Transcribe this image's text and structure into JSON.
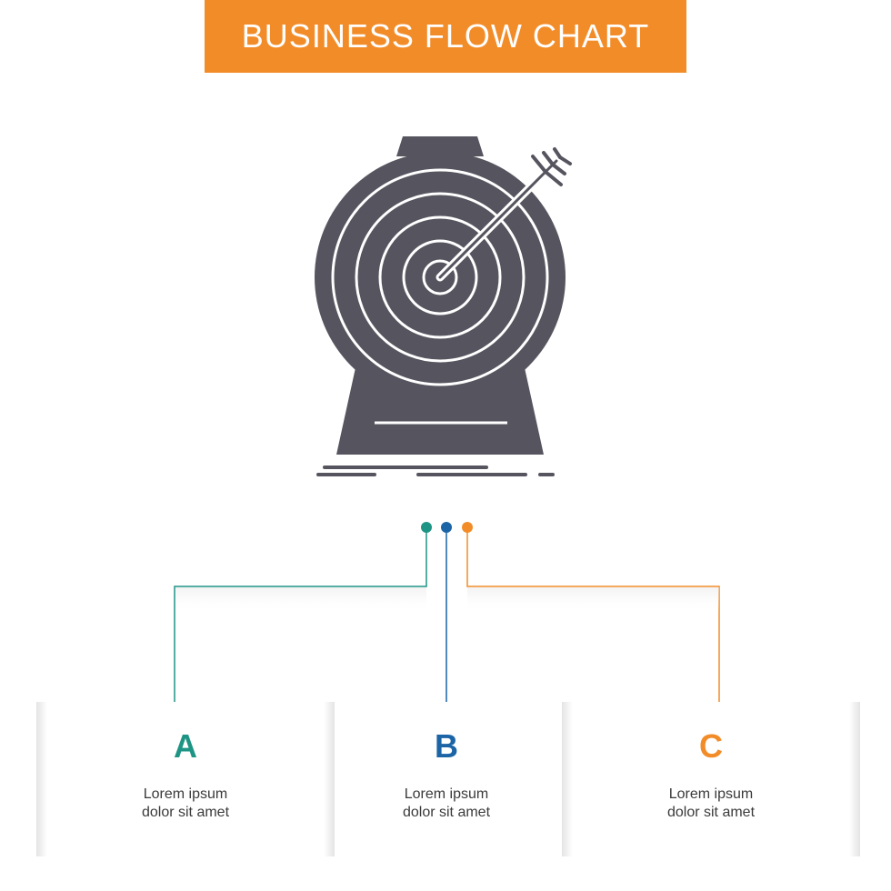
{
  "header": {
    "title": "BUSINESS FLOW CHART",
    "color": "#f28c28"
  },
  "icon": {
    "name": "target-arrow-icon",
    "color": "#56555f"
  },
  "steps": [
    {
      "letter": "A",
      "line1": "Lorem ipsum",
      "line2": "dolor sit amet",
      "color": "#1e9485"
    },
    {
      "letter": "B",
      "line1": "Lorem ipsum",
      "line2": "dolor sit amet",
      "color": "#1b64a6"
    },
    {
      "letter": "C",
      "line1": "Lorem ipsum",
      "line2": "dolor sit amet",
      "color": "#f28c28"
    }
  ]
}
